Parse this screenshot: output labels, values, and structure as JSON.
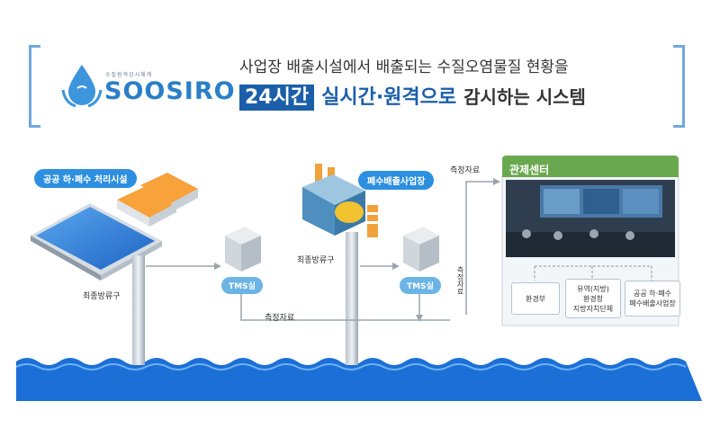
{
  "header": {
    "logo_small": "수질원격감시체계",
    "logo_text": "SOOSIRO",
    "line1": "사업장 배출시설에서 배출되는 수질오염물질 현황을",
    "line2_box": "24시간",
    "line2_blue": "실시간·원격으로",
    "line2_rest": "감시하는 시스템"
  },
  "labels": {
    "public_facility": "공공 하·폐수 처리시설",
    "wastewater_site": "폐수배출사업장",
    "final_outlet_left": "최종방류구",
    "final_outlet_right": "최종방류구",
    "tms_left": "TMS실",
    "tms_right": "TMS실",
    "measure_bottom": "측정자료",
    "measure_top": "측정자료",
    "measure_vertical": "측정자료",
    "control_center": "관제센터"
  },
  "agencies": [
    "환경부",
    "유역(지방)\n환경청\n지방자치단체",
    "공공 하·폐수\n폐수배출사업장"
  ],
  "colors": {
    "accent": "#2d8fe0",
    "water": "#1b6fd6",
    "control": "#6aa84f"
  }
}
